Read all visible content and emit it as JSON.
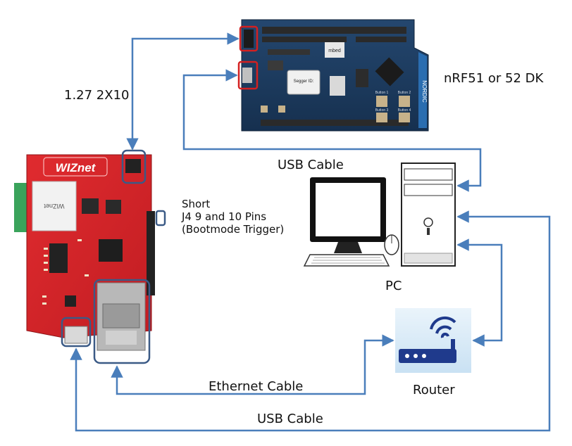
{
  "labels": {
    "connector": "1.27  2X10",
    "dk": "nRF51 or 52 DK",
    "usb_top": "USB Cable",
    "short_title": "Short",
    "short_pins": "J4 9 and 10 Pins",
    "short_note": "(Bootmode Trigger)",
    "pc": "PC",
    "ethernet": "Ethernet Cable",
    "router": "Router",
    "usb_bottom": "USB Cable"
  },
  "board_text": {
    "wiznet_logo": "WIZnet",
    "module_label": "WIZnet",
    "dk_mbed": "mbed",
    "dk_segger": "Segger ID:",
    "dk_nordic": "NORDIC",
    "button1": "Button 1",
    "button2": "Button 2",
    "button3": "Button 3",
    "button4": "Button 4"
  },
  "colors": {
    "cable": "#4a7ebb",
    "highlight": "#d42020",
    "box": "#3b5a86",
    "dk_pcb": "#1e3b5e",
    "wiz_pcb": "#d8262a",
    "router_bg": "#d6eaf8",
    "router_device": "#1f3a8c"
  }
}
